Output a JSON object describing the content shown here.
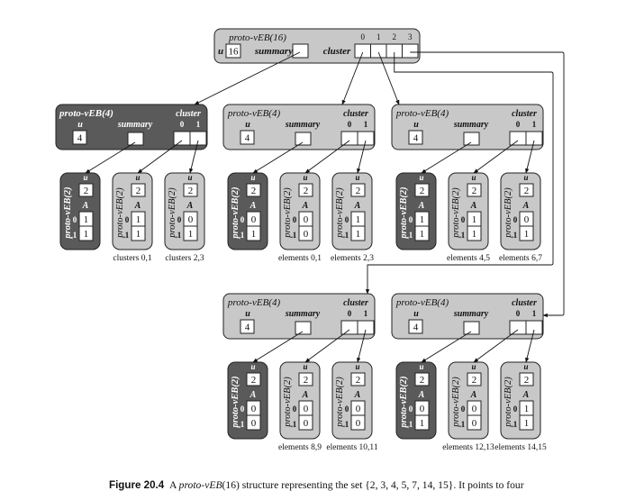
{
  "colors": {
    "light": "#c8c8c8",
    "dark": "#5a5a5a",
    "border": "#222222",
    "cell": "#ffffff",
    "line": "#111111"
  },
  "labels": {
    "top_title": "proto-vEB(16)",
    "mid_title": "proto-vEB(4)",
    "leaf_title": "proto-vEB(2)",
    "u": "u",
    "summary": "summary",
    "cluster": "cluster",
    "A": "A",
    "idx0": "0",
    "idx1": "1",
    "idx2": "2",
    "idx3": "3"
  },
  "top": {
    "u": "16"
  },
  "groups": [
    {
      "u": "4",
      "leaves": [
        {
          "u": "2",
          "A": [
            "1",
            "1"
          ]
        },
        {
          "u": "2",
          "A": [
            "1",
            "1"
          ]
        },
        {
          "u": "2",
          "A": [
            "0",
            "1"
          ]
        }
      ],
      "captions": [
        "clusters 0,1",
        "clusters 2,3"
      ]
    },
    {
      "u": "4",
      "leaves": [
        {
          "u": "2",
          "A": [
            "0",
            "1"
          ]
        },
        {
          "u": "2",
          "A": [
            "0",
            "0"
          ]
        },
        {
          "u": "2",
          "A": [
            "1",
            "1"
          ]
        }
      ],
      "captions": [
        "elements 0,1",
        "elements 2,3"
      ]
    },
    {
      "u": "4",
      "leaves": [
        {
          "u": "2",
          "A": [
            "1",
            "1"
          ]
        },
        {
          "u": "2",
          "A": [
            "1",
            "1"
          ]
        },
        {
          "u": "2",
          "A": [
            "0",
            "1"
          ]
        }
      ],
      "captions": [
        "elements 4,5",
        "elements 6,7"
      ]
    },
    {
      "u": "4",
      "leaves": [
        {
          "u": "2",
          "A": [
            "0",
            "0"
          ]
        },
        {
          "u": "2",
          "A": [
            "0",
            "0"
          ]
        },
        {
          "u": "2",
          "A": [
            "0",
            "0"
          ]
        }
      ],
      "captions": [
        "elements 8,9",
        "elements 10,11"
      ]
    },
    {
      "u": "4",
      "leaves": [
        {
          "u": "2",
          "A": [
            "0",
            "1"
          ]
        },
        {
          "u": "2",
          "A": [
            "0",
            "0"
          ]
        },
        {
          "u": "2",
          "A": [
            "1",
            "1"
          ]
        }
      ],
      "captions": [
        "elements 12,13",
        "elements 14,15"
      ]
    }
  ],
  "caption": {
    "label": "Figure 20.4",
    "pre": "A",
    "name": "proto-vEB",
    "arg": "(16) structure representing the set {2, 3, 4, 5, 7, 14, 15}. It points to four"
  }
}
